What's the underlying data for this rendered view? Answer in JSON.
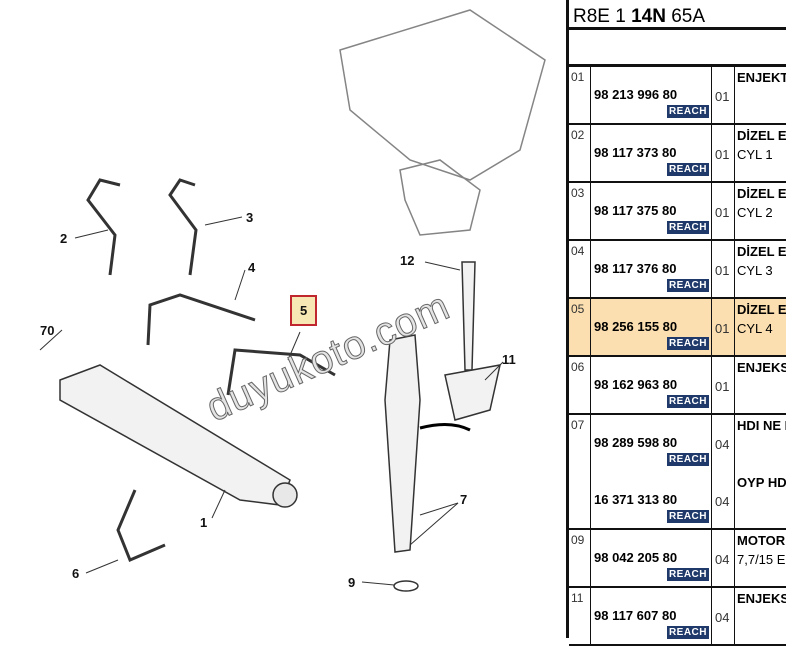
{
  "header": {
    "prefix": "R8E 1 ",
    "bold": "14N",
    "suffix": " 65A"
  },
  "callouts": {
    "c1": "1",
    "c2": "2",
    "c3": "3",
    "c4": "4",
    "c5": "5",
    "c6": "6",
    "c7": "7",
    "c9": "9",
    "c11": "11",
    "c12": "12",
    "c70": "70"
  },
  "watermark": "duyukoto.com",
  "reach_label": "REACH",
  "rows": [
    {
      "ref": "01",
      "parts": [
        {
          "pn": "98 213 996 80",
          "qty": "01",
          "desc": "ENJEKT",
          "sub": ""
        }
      ]
    },
    {
      "ref": "02",
      "parts": [
        {
          "pn": "98 117 373 80",
          "qty": "01",
          "desc": "DİZEL E",
          "sub": "CYL 1"
        }
      ]
    },
    {
      "ref": "03",
      "parts": [
        {
          "pn": "98 117 375 80",
          "qty": "01",
          "desc": "DİZEL E",
          "sub": "CYL 2"
        }
      ]
    },
    {
      "ref": "04",
      "parts": [
        {
          "pn": "98 117 376 80",
          "qty": "01",
          "desc": "DİZEL E",
          "sub": "CYL 3"
        }
      ]
    },
    {
      "ref": "05",
      "selected": true,
      "parts": [
        {
          "pn": "98 256 155 80",
          "qty": "01",
          "desc": "DİZEL E",
          "sub": "CYL 4"
        }
      ]
    },
    {
      "ref": "06",
      "parts": [
        {
          "pn": "98 162 963 80",
          "qty": "01",
          "desc": "ENJEKS",
          "sub": ""
        }
      ]
    },
    {
      "ref": "07",
      "parts": [
        {
          "pn": "98 289 598 80",
          "qty": "04",
          "desc": "HDI NE K",
          "sub": ""
        },
        {
          "pn": "16 371 313 80",
          "qty": "04",
          "desc": "OYP HD",
          "sub": ""
        }
      ]
    },
    {
      "ref": "09",
      "parts": [
        {
          "pn": "98 042 205 80",
          "qty": "04",
          "desc": "MOTOR",
          "sub": "7,7/15 E"
        }
      ]
    },
    {
      "ref": "11",
      "parts": [
        {
          "pn": "98 117 607 80",
          "qty": "04",
          "desc": "ENJEKS",
          "sub": ""
        }
      ]
    }
  ]
}
